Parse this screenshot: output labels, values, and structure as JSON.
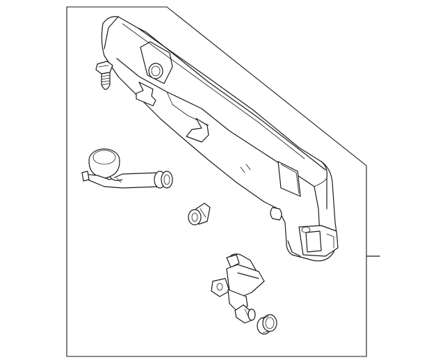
{
  "diagram": {
    "parts": [
      {
        "name": "washer-reservoir-tank",
        "label": ""
      },
      {
        "name": "mounting-bolt",
        "label": ""
      },
      {
        "name": "filler-neck-with-cap",
        "label": ""
      },
      {
        "name": "grommet",
        "label": ""
      },
      {
        "name": "washer-pump",
        "label": ""
      },
      {
        "name": "pump-seal",
        "label": ""
      }
    ],
    "callout_label": ""
  }
}
